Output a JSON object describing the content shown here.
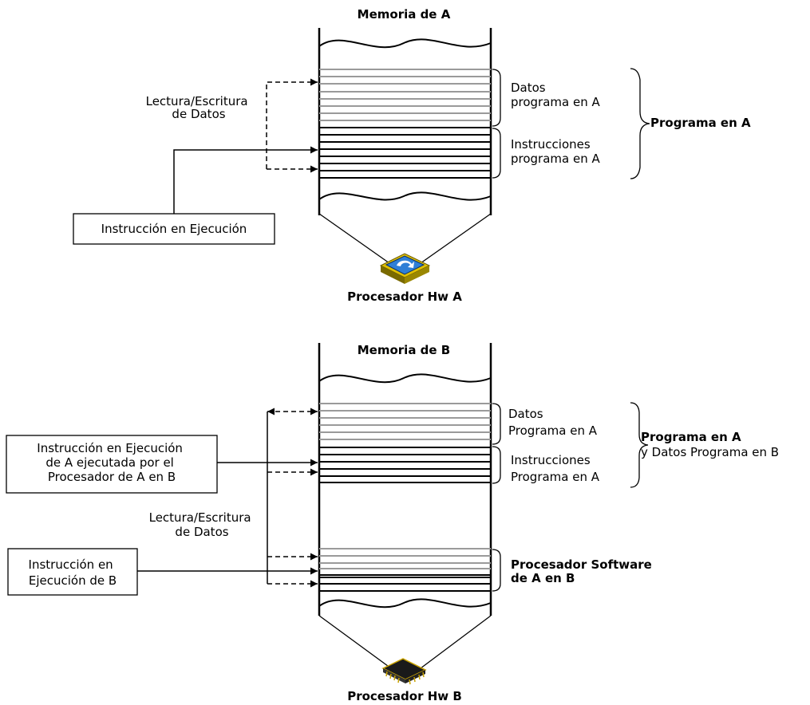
{
  "top": {
    "memory_title": "Memoria de A",
    "rw_label": [
      "Lectura/Escritura",
      "de Datos"
    ],
    "data_label": [
      "Datos",
      "programa en A"
    ],
    "instr_label": [
      "Instrucciones",
      "programa en A"
    ],
    "program_label": "Programa en A",
    "exec_box": "Instrucción en Ejecución",
    "processor_label": "Procesador Hw A",
    "chip_icon": "cpu-chip-icon"
  },
  "bottom": {
    "memory_title": "Memoria de B",
    "data_label": [
      "Datos",
      "Programa en A"
    ],
    "instr_label": [
      "Instrucciones",
      "Programa en A"
    ],
    "program_label": [
      "Programa en A",
      "y Datos Programa en B"
    ],
    "exec_box_a": [
      "Instrucción en Ejecución",
      "de A ejecutada por el",
      "Procesador de A en B"
    ],
    "rw_label": [
      "Lectura/Escritura",
      "de Datos"
    ],
    "exec_box_b": [
      "Instrucción en",
      "Ejecución de B"
    ],
    "software_proc_label": [
      "Procesador Software",
      "de A en B"
    ],
    "processor_label": "Procesador Hw B",
    "chip_icon": "microchip-icon"
  },
  "colors": {
    "line": "#000000",
    "data_row": "#9a9a9a",
    "chip_a": "#3a8ee0",
    "chip_b": "#c9a200"
  }
}
